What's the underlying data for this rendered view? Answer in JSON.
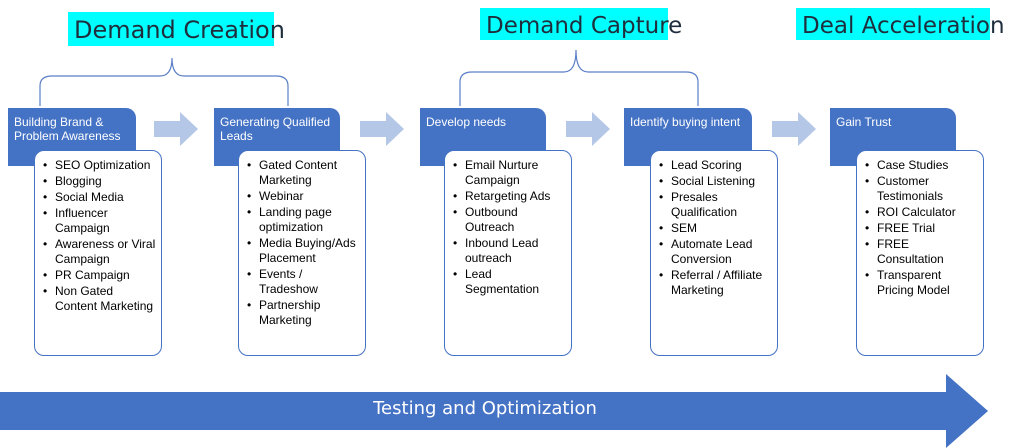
{
  "phases": [
    {
      "title": "Demand Creation"
    },
    {
      "title": "Demand Capture"
    },
    {
      "title": "Deal Acceleration"
    }
  ],
  "steps": [
    {
      "title": "Building Brand & Problem Awareness",
      "items": [
        "SEO Optimization",
        "Blogging",
        "Social Media",
        "Influencer Campaign",
        "Awareness or Viral Campaign",
        "PR Campaign",
        "Non Gated Content Marketing"
      ]
    },
    {
      "title": "Generating Qualified Leads",
      "items": [
        "Gated Content Marketing",
        "Webinar",
        "Landing page optimization",
        "Media Buying/Ads Placement",
        "Events / Tradeshow",
        "Partnership Marketing"
      ]
    },
    {
      "title": "Develop needs",
      "items": [
        "Email Nurture Campaign",
        "Retargeting Ads",
        "Outbound Outreach",
        "Inbound Lead outreach",
        "Lead Segmentation"
      ]
    },
    {
      "title": "Identify buying intent",
      "items": [
        "Lead Scoring",
        "Social Listening",
        "Presales Qualification",
        "SEM",
        "Automate Lead Conversion",
        "Referral / Affiliate Marketing"
      ]
    },
    {
      "title": "Gain Trust",
      "items": [
        "Case Studies",
        "Customer Testimonials",
        "ROI Calculator",
        "FREE Trial",
        "FREE Consultation",
        "Transparent Pricing Model"
      ]
    }
  ],
  "footer": {
    "label": "Testing and Optimization"
  },
  "colors": {
    "header": "#4472c4",
    "arrow": "#b4c7e7",
    "title_bg": "#00ffff",
    "bracket": "#5b7fc7",
    "bottom_arrow": "#4472c4"
  }
}
